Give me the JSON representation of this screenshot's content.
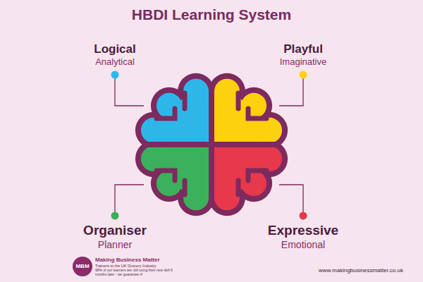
{
  "diagram": {
    "title": "HBDI Learning System",
    "labels": [
      "Logical",
      "Analytical",
      "Playful",
      "Imaginative",
      "Organiser",
      "Planner",
      "Expressive",
      "Emotional",
      "MBM",
      "Making Business Matter",
      "Trainers to the UK Grocery Industry",
      "98% of our learners are still using their new skill 6 months later - we guarantee it!",
      "www.makingbusinessmatter.co.uk"
    ]
  }
}
